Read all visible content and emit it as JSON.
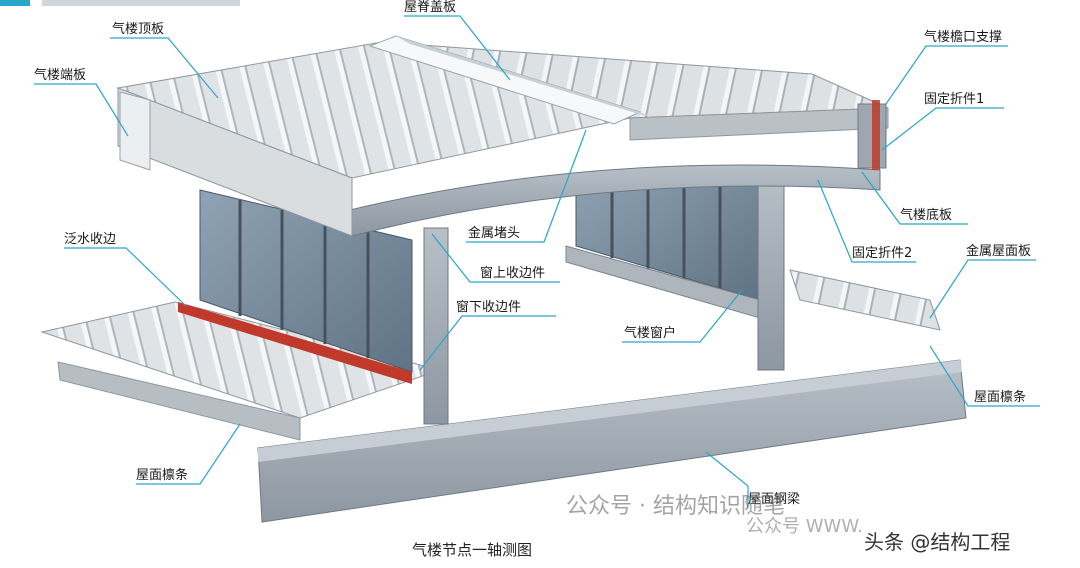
{
  "labels": {
    "ridge_cover": "屋脊盖板",
    "top_panel": "气楼顶板",
    "end_panel": "气楼端板",
    "eave_support": "气楼檐口支撑",
    "fixed_fold_1": "固定折件1",
    "bottom_panel": "气楼底板",
    "fixed_fold_2": "固定折件2",
    "metal_roof_panel": "金属屋面板",
    "metal_end_cap": "金属堵头",
    "flashing_trim": "泛水收边",
    "window_top_trim": "窗上收边件",
    "window_bottom_trim": "窗下收边件",
    "skylight_window": "气楼窗户",
    "purlin_right": "屋面檩条",
    "purlin_left": "屋面檩条",
    "roof_steel_beam": "屋面钢梁"
  },
  "caption": "气楼节点一轴测图",
  "watermarks": {
    "wechat": "公众号 · 结构知识随笔",
    "wechat_small": "公众号  WWW.",
    "toutiao": "头条 @结构工程"
  },
  "colors": {
    "leader": "#2aa6c9",
    "steel": "#9aa4ae",
    "glass": "#6f8496",
    "panel": "#d4d8dc",
    "flashing": "#c0392b"
  }
}
